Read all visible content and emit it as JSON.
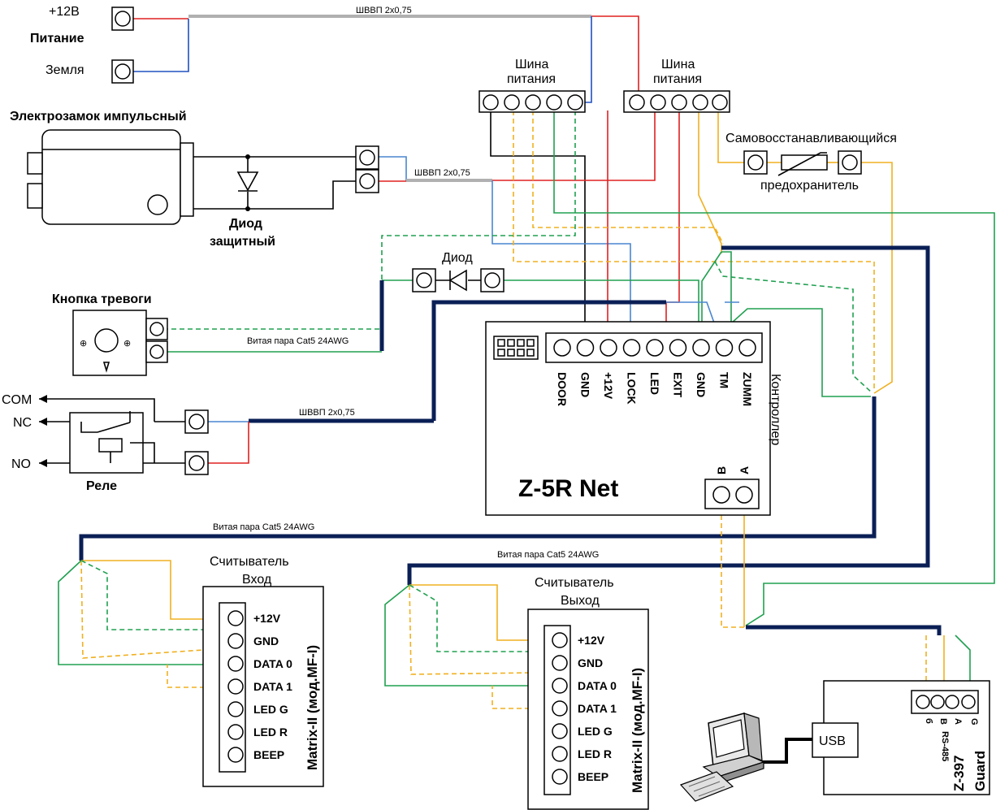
{
  "power": {
    "plus12": "+12В",
    "title": "Питание",
    "ground": "Земля"
  },
  "cables": {
    "shvvp_top": "ШВВП 2х0,75",
    "shvvp_lock": "ШВВП 2х0,75",
    "shvvp_relay": "ШВВП 2х0,75",
    "cat5_alarm": "Витая пара Cat5 24AWG",
    "cat5_reader_in": "Витая пара Cat5 24AWG",
    "cat5_reader_out": "Витая пара Cat5 24AWG"
  },
  "bus_left": {
    "line1": "Шина",
    "line2": "питания"
  },
  "bus_right": {
    "line1": "Шина",
    "line2": "питания"
  },
  "lock": {
    "title": "Электрозамок импульсный"
  },
  "diode_protect": {
    "line1": "Диод",
    "line2": "защитный"
  },
  "diode": {
    "label": "Диод"
  },
  "fuse": {
    "line1": "Самовосстанавливающийся",
    "line2": "предохранитель"
  },
  "alarm_button": {
    "title": "Кнопка тревоги"
  },
  "relay": {
    "title": "Реле",
    "com": "COM",
    "nc": "NC",
    "no": "NO"
  },
  "controller": {
    "name": "Z-5R Net",
    "side_label": "Контроллер",
    "pins": [
      "DOOR",
      "GND",
      "+12V",
      "LOCK",
      "LED",
      "EXIT",
      "GND",
      "TM",
      "ZUMM"
    ],
    "rs_pins": [
      "B",
      "A"
    ]
  },
  "reader_in": {
    "line1": "Считыватель",
    "line2": "Вход",
    "model": "Matrix-II (мод.MF-I)",
    "pins": [
      "+12V",
      "GND",
      "DATA 0",
      "DATA 1",
      "LED G",
      "LED R",
      "BEEP"
    ]
  },
  "reader_out": {
    "line1": "Считыватель",
    "line2": "Выход",
    "model": "Matrix-II (мод.MF-I)",
    "pins": [
      "+12V",
      "GND",
      "DATA 0",
      "DATA 1",
      "LED G",
      "LED R",
      "BEEP"
    ]
  },
  "guard": {
    "usb": "USB",
    "name1": "Z-397",
    "name2": "Guard",
    "pins": [
      "б",
      "B",
      "A",
      "G"
    ],
    "rs485": "RS-485"
  },
  "icons": {
    "computer": "computer-icon",
    "diode": "diode-symbol",
    "lock": "lock-device"
  }
}
